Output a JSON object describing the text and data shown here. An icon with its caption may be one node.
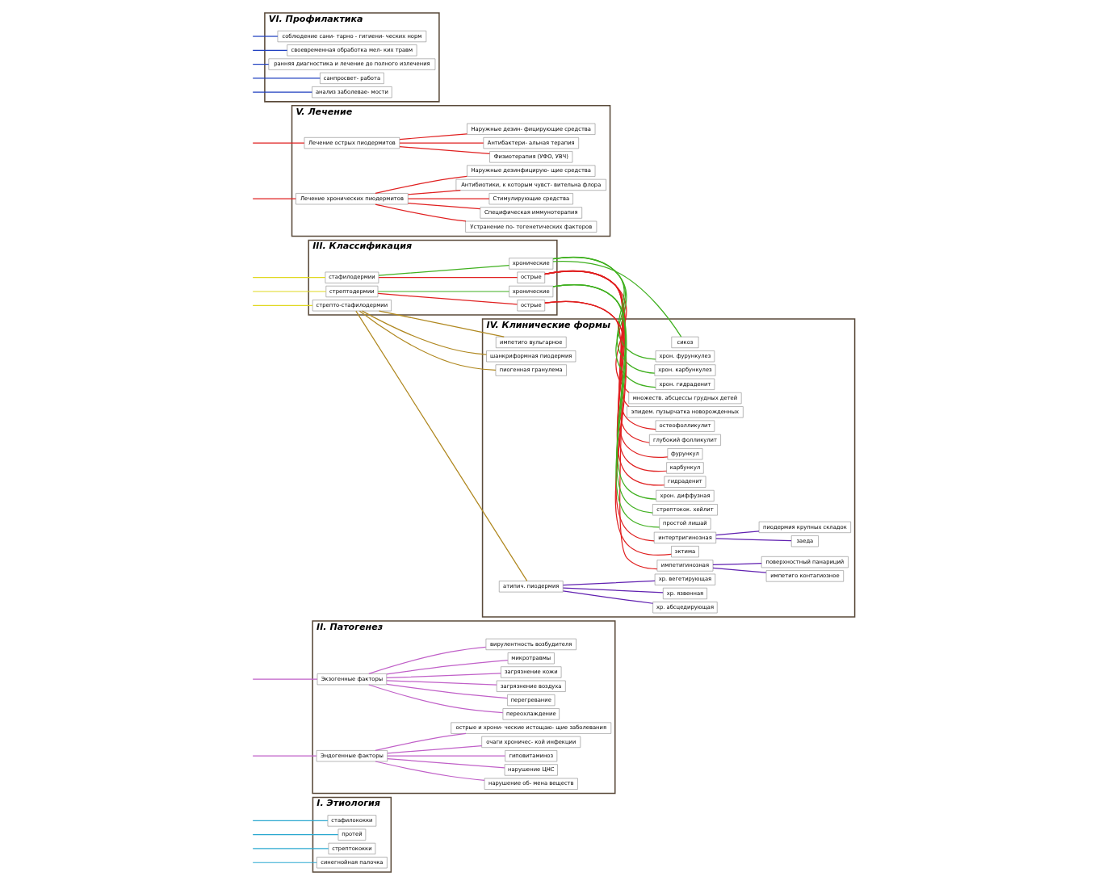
{
  "diagram": {
    "nodes": [
      {
        "text": [
          "I. Этиология"
        ]
      },
      {
        "text": [
          "стафилококки"
        ],
        "in": 0
      },
      {
        "text": [
          "протей"
        ],
        "in": 0
      },
      {
        "text": [
          "стрептококки"
        ],
        "in": 0
      },
      {
        "text": [
          "синегнойная палочка"
        ],
        "in": 0
      },
      {
        "text": [
          "II. Патогенез"
        ]
      },
      {
        "text": [
          "Экзогенные факторы"
        ],
        "in": 5
      },
      {
        "text": [
          "Эндогенные факторы"
        ],
        "in": 5
      },
      {
        "text": [
          "переохлаждение"
        ],
        "in": 5
      },
      {
        "text": [
          "перегревание"
        ],
        "in": 5
      },
      {
        "text": [
          "загрязнение воздуха"
        ],
        "in": 5
      },
      {
        "text": [
          "загрязнение кожи"
        ],
        "in": 5
      },
      {
        "text": [
          "микротравмы"
        ],
        "in": 5
      },
      {
        "text": [
          "вирулентность возбудителя"
        ],
        "in": 5
      },
      {
        "text": [
          "нарушение об- мена веществ"
        ],
        "in": 5
      },
      {
        "text": [
          "нарушение ЦНС"
        ],
        "in": 5
      },
      {
        "text": [
          "гиповитаминоз"
        ],
        "in": 5
      },
      {
        "text": [
          "очаги хроничес- кой инфекции"
        ],
        "in": 5
      },
      {
        "text": [
          "острые и хрони- ческие истощаю- щие заболевания"
        ],
        "in": 5
      },
      {
        "text": [
          "III. Классификация"
        ]
      },
      {
        "text": [
          "стафилодермии"
        ],
        "in": 19
      },
      {
        "text": [
          "стрептодермии"
        ],
        "in": 19
      },
      {
        "text": [
          "стрепто-стафилодермии"
        ],
        "in": 19
      },
      {
        "text": [
          "острые"
        ],
        "in": 19
      },
      {
        "text": [
          "хронические"
        ],
        "in": 19
      },
      {
        "text": [
          "острые"
        ],
        "in": 19
      },
      {
        "text": [
          "хронические"
        ],
        "in": 19
      },
      {
        "text": [
          "IV. Клинические формы"
        ]
      },
      {
        "text": [
          "остеофолликулит"
        ],
        "in": 27
      },
      {
        "text": [
          "глубокий фолликулит"
        ],
        "in": 27
      },
      {
        "text": [
          "фурункул"
        ],
        "in": 27
      },
      {
        "text": [
          "карбункул"
        ],
        "in": 27
      },
      {
        "text": [
          "гидраденит"
        ],
        "in": 27
      },
      {
        "text": [
          "множеств. абсцессы грудных детей"
        ],
        "in": 27
      },
      {
        "text": [
          "эпидем. пузырчатка новорожденных"
        ],
        "in": 27
      },
      {
        "text": [
          "сикоз"
        ],
        "in": 27
      },
      {
        "text": [
          "хрон. фурункулез"
        ],
        "in": 27
      },
      {
        "text": [
          "хрон. карбункулез"
        ],
        "in": 27
      },
      {
        "text": [
          "хрон. гидраденит"
        ],
        "in": 27
      },
      {
        "text": [
          "импетигинозная"
        ],
        "in": 27
      },
      {
        "text": [
          "импетиго контагиозное"
        ],
        "in": 27
      },
      {
        "text": [
          "поверхностный панариций"
        ],
        "in": 27
      },
      {
        "text": [
          "интертригинозная"
        ],
        "in": 27
      },
      {
        "text": [
          "заеда"
        ],
        "in": 27
      },
      {
        "text": [
          "пиодермия крупных складок"
        ],
        "in": 27
      },
      {
        "text": [
          "эктима"
        ],
        "in": 27
      },
      {
        "text": [
          "простой лишай"
        ],
        "in": 27
      },
      {
        "text": [
          "хрон. диффузная"
        ],
        "in": 27
      },
      {
        "text": [
          "стрептокок. хейлит"
        ],
        "in": 27
      },
      {
        "text": [
          "импетиго вульгарное"
        ],
        "in": 27
      },
      {
        "text": [
          "шанкриформная пиодермия"
        ],
        "in": 27
      },
      {
        "text": [
          "пиогенная гранулема"
        ],
        "in": 27
      },
      {
        "text": [
          "атипич. пиодермия"
        ],
        "in": 27
      },
      {
        "text": [
          "хр. язвенная"
        ],
        "in": 27
      },
      {
        "text": [
          "хр. вегетирующая"
        ],
        "in": 27
      },
      {
        "text": [
          "хр. абсцедирующая"
        ],
        "in": 27
      },
      {
        "text": [
          "V. Лечение"
        ]
      },
      {
        "text": [
          "Лечение острых пиодермитов"
        ],
        "in": 56
      },
      {
        "text": [
          "Лечение хронических пиодермитов"
        ],
        "in": 56
      },
      {
        "text": [
          "Физиотерапия (УФО, УВЧ)"
        ],
        "in": 56
      },
      {
        "text": [
          "Антибактери- альная терапия"
        ],
        "in": 56
      },
      {
        "text": [
          "Наружные дезин- фицирующие средства"
        ],
        "in": 56
      },
      {
        "text": [
          "Устранение по- тогенетических факторов"
        ],
        "in": 56
      },
      {
        "text": [
          "Специфическая иммунотерапия"
        ],
        "in": 56
      },
      {
        "text": [
          "Стимулирующие средства"
        ],
        "in": 56
      },
      {
        "text": [
          "Антибиотики, к которым чувст- вительна флора"
        ],
        "in": 56
      },
      {
        "text": [
          "Наружные дезинфицирую- щие средства"
        ],
        "in": 56
      },
      {
        "text": [
          "VI. Профилактика"
        ]
      },
      {
        "text": [
          "соблюдение сани- тарно - гигиени- ческих норм"
        ],
        "in": 67
      },
      {
        "text": [
          "своевременная обработка мел- ких травм"
        ],
        "in": 67
      },
      {
        "text": [
          "ранняя диагностика и лечение до полного излечения"
        ],
        "in": 67
      },
      {
        "text": [
          "санпросвет- работа"
        ],
        "in": 67
      },
      {
        "text": [
          "анализ заболевае- мости"
        ],
        "in": 67
      }
    ],
    "edges": [
      {
        "from": null,
        "to": 1,
        "arrow": "none",
        "color": "#2aa8d0"
      },
      {
        "from": null,
        "to": 2,
        "arrow": "none",
        "color": "#2aa8d0"
      },
      {
        "from": null,
        "to": 3,
        "arrow": "none",
        "color": "#2aa8d0"
      },
      {
        "from": null,
        "to": 4,
        "arrow": "none",
        "color": "#2aa8d0"
      },
      {
        "from": null,
        "to": 6,
        "arrow": "none",
        "color": "#c060c8"
      },
      {
        "from": null,
        "to": 7,
        "arrow": "none",
        "color": "#c060c8"
      },
      {
        "from": 6,
        "to": 8,
        "arrow": "none",
        "color": "#c060c8"
      },
      {
        "from": 6,
        "to": 9,
        "arrow": "none",
        "color": "#c060c8"
      },
      {
        "from": 6,
        "to": 10,
        "arrow": "none",
        "color": "#c060c8"
      },
      {
        "from": 6,
        "to": 11,
        "arrow": "none",
        "color": "#c060c8"
      },
      {
        "from": 6,
        "to": 12,
        "arrow": "none",
        "color": "#c060c8"
      },
      {
        "from": 6,
        "to": 13,
        "arrow": "none",
        "color": "#c060c8"
      },
      {
        "from": 7,
        "to": 14,
        "arrow": "none",
        "color": "#c060c8"
      },
      {
        "from": 7,
        "to": 15,
        "arrow": "none",
        "color": "#c060c8"
      },
      {
        "from": 7,
        "to": 16,
        "arrow": "none",
        "color": "#c060c8"
      },
      {
        "from": 7,
        "to": 17,
        "arrow": "none",
        "color": "#c060c8"
      },
      {
        "from": 7,
        "to": 18,
        "arrow": "none",
        "color": "#c060c8"
      },
      {
        "from": null,
        "to": 20,
        "arrow": "none",
        "color": "#e0d820"
      },
      {
        "from": null,
        "to": 21,
        "arrow": "none",
        "color": "#e0d820"
      },
      {
        "from": null,
        "to": 22,
        "arrow": "none",
        "color": "#e0d820"
      },
      {
        "from": 20,
        "to": 23,
        "arrow": "none",
        "color": "#e02020"
      },
      {
        "from": 20,
        "to": 24,
        "arrow": "none",
        "color": "#40b020"
      },
      {
        "from": 21,
        "to": 25,
        "arrow": "none",
        "color": "#e02020"
      },
      {
        "from": 21,
        "to": 26,
        "arrow": "none",
        "color": "#40b020"
      },
      {
        "from": 23,
        "to": 28,
        "arrow": "none",
        "color": "#e02020"
      },
      {
        "from": 23,
        "to": 29,
        "arrow": "none",
        "color": "#e02020"
      },
      {
        "from": 23,
        "to": 30,
        "arrow": "none",
        "color": "#e02020"
      },
      {
        "from": 23,
        "to": 31,
        "arrow": "none",
        "color": "#e02020"
      },
      {
        "from": 23,
        "to": 32,
        "arrow": "none",
        "color": "#e02020"
      },
      {
        "from": 23,
        "to": 33,
        "arrow": "none",
        "color": "#e02020"
      },
      {
        "from": 23,
        "to": 34,
        "arrow": "none",
        "color": "#e02020"
      },
      {
        "from": 24,
        "to": 35,
        "arrow": "none",
        "color": "#40b020"
      },
      {
        "from": 24,
        "to": 36,
        "arrow": "none",
        "color": "#40b020"
      },
      {
        "from": 24,
        "to": 37,
        "arrow": "none",
        "color": "#40b020"
      },
      {
        "from": 24,
        "to": 38,
        "arrow": "none",
        "color": "#40b020"
      },
      {
        "from": 25,
        "to": 39,
        "arrow": "none",
        "color": "#e02020"
      },
      {
        "from": 25,
        "to": 42,
        "arrow": "none",
        "color": "#e02020"
      },
      {
        "from": 25,
        "to": 45,
        "arrow": "none",
        "color": "#e02020"
      },
      {
        "from": 39,
        "to": 40,
        "arrow": "none",
        "color": "#6020b0"
      },
      {
        "from": 39,
        "to": 41,
        "arrow": "none",
        "color": "#6020b0"
      },
      {
        "from": 42,
        "to": 43,
        "arrow": "none",
        "color": "#6020b0"
      },
      {
        "from": 42,
        "to": 44,
        "arrow": "none",
        "color": "#6020b0"
      },
      {
        "from": 26,
        "to": 46,
        "arrow": "none",
        "color": "#40b020"
      },
      {
        "from": 26,
        "to": 47,
        "arrow": "none",
        "color": "#40b020"
      },
      {
        "from": 26,
        "to": 48,
        "arrow": "none",
        "color": "#40b020"
      },
      {
        "from": 22,
        "to": 49,
        "arrow": "none",
        "color": "#b08820"
      },
      {
        "from": 22,
        "to": 50,
        "arrow": "none",
        "color": "#b08820"
      },
      {
        "from": 22,
        "to": 51,
        "arrow": "none",
        "color": "#b08820"
      },
      {
        "from": 22,
        "to": 52,
        "arrow": "none",
        "color": "#b08820"
      },
      {
        "from": 52,
        "to": 53,
        "arrow": "none",
        "color": "#6020b0"
      },
      {
        "from": 52,
        "to": 54,
        "arrow": "none",
        "color": "#6020b0"
      },
      {
        "from": 52,
        "to": 55,
        "arrow": "none",
        "color": "#6020b0"
      },
      {
        "from": null,
        "to": 57,
        "arrow": "none",
        "color": "#e02020"
      },
      {
        "from": null,
        "to": 58,
        "arrow": "none",
        "color": "#e02020"
      },
      {
        "from": 57,
        "to": 59,
        "arrow": "none",
        "color": "#e02020"
      },
      {
        "from": 57,
        "to": 60,
        "arrow": "none",
        "color": "#e02020"
      },
      {
        "from": 57,
        "to": 61,
        "arrow": "none",
        "color": "#e02020"
      },
      {
        "from": 58,
        "to": 62,
        "arrow": "none",
        "color": "#e02020"
      },
      {
        "from": 58,
        "to": 63,
        "arrow": "none",
        "color": "#e02020"
      },
      {
        "from": 58,
        "to": 64,
        "arrow": "none",
        "color": "#e02020"
      },
      {
        "from": 58,
        "to": 65,
        "arrow": "none",
        "color": "#e02020"
      },
      {
        "from": 58,
        "to": 66,
        "arrow": "none",
        "color": "#e02020"
      },
      {
        "from": null,
        "to": 68,
        "arrow": "none",
        "color": "#2040c0"
      },
      {
        "from": null,
        "to": 69,
        "arrow": "none",
        "color": "#2040c0"
      },
      {
        "from": null,
        "to": 70,
        "arrow": "none",
        "color": "#2040c0"
      },
      {
        "from": null,
        "to": 71,
        "arrow": "none",
        "color": "#2040c0"
      },
      {
        "from": null,
        "to": 72,
        "arrow": "none",
        "color": "#2040c0"
      }
    ]
  }
}
